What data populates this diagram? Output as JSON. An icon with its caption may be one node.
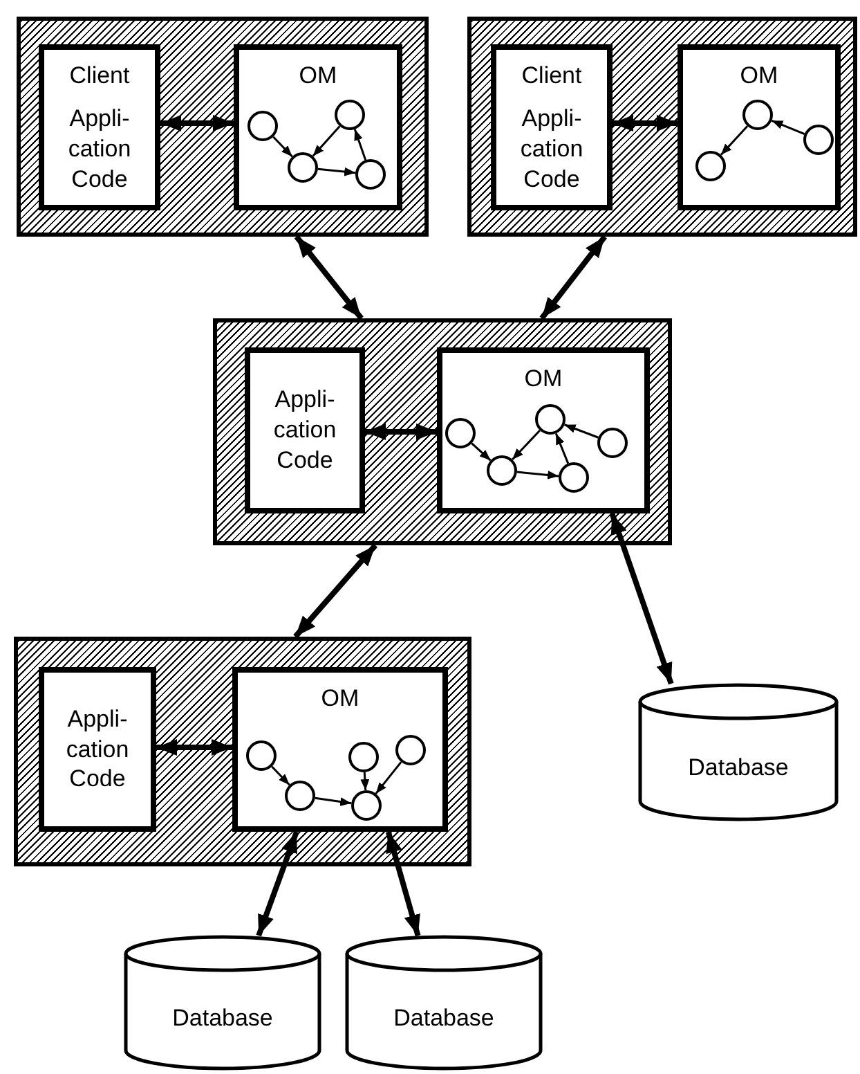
{
  "diagram": {
    "nodes": [
      {
        "text": [],
        "shape": "box"
      },
      {
        "text": [
          "Client",
          "Appli- cation Code"
        ],
        "in": 0
      },
      {
        "text": [
          "OM"
        ],
        "in": 0
      },
      {
        "text": [],
        "shape": "circle",
        "in": 2
      },
      {
        "text": [],
        "shape": "circle",
        "in": 2
      },
      {
        "text": [],
        "shape": "circle",
        "in": 2
      },
      {
        "text": [],
        "shape": "circle",
        "in": 2
      },
      {
        "text": [],
        "shape": "box"
      },
      {
        "text": [
          "Client",
          "Appli- cation Code"
        ],
        "in": 7
      },
      {
        "text": [
          "OM"
        ],
        "in": 7
      },
      {
        "text": [],
        "shape": "circle",
        "in": 9
      },
      {
        "text": [],
        "shape": "circle",
        "in": 9
      },
      {
        "text": [],
        "shape": "circle",
        "in": 9
      },
      {
        "text": [],
        "shape": "box"
      },
      {
        "text": [
          "Appli- cation Code"
        ],
        "in": 13
      },
      {
        "text": [
          "OM"
        ],
        "in": 13
      },
      {
        "text": [],
        "shape": "circle",
        "in": 15
      },
      {
        "text": [],
        "shape": "circle",
        "in": 15
      },
      {
        "text": [],
        "shape": "circle",
        "in": 15
      },
      {
        "text": [],
        "shape": "circle",
        "in": 15
      },
      {
        "text": [],
        "shape": "circle",
        "in": 15
      },
      {
        "text": [],
        "shape": "box"
      },
      {
        "text": [
          "Appli- cation Code"
        ],
        "in": 21
      },
      {
        "text": [
          "OM"
        ],
        "in": 21
      },
      {
        "text": [],
        "shape": "circle",
        "in": 23
      },
      {
        "text": [],
        "shape": "circle",
        "in": 23
      },
      {
        "text": [],
        "shape": "circle",
        "in": 23
      },
      {
        "text": [],
        "shape": "circle",
        "in": 23
      },
      {
        "text": [],
        "shape": "circle",
        "in": 23
      },
      {
        "text": [
          "Database"
        ]
      },
      {
        "text": [
          "Database"
        ]
      },
      {
        "text": [
          "Database"
        ]
      }
    ],
    "edges": [
      {
        "from": 1,
        "to": 2,
        "arrow": "both",
        "style": "thick"
      },
      {
        "from": 3,
        "to": 5,
        "arrow": "to"
      },
      {
        "from": 4,
        "to": 5,
        "arrow": "to"
      },
      {
        "from": 5,
        "to": 6,
        "arrow": "to"
      },
      {
        "from": 6,
        "to": 4,
        "arrow": "to"
      },
      {
        "from": 8,
        "to": 9,
        "arrow": "both",
        "style": "thick"
      },
      {
        "from": 11,
        "to": 10,
        "arrow": "to"
      },
      {
        "from": 10,
        "to": 12,
        "arrow": "to"
      },
      {
        "from": 0,
        "to": 13,
        "arrow": "both",
        "style": "thick"
      },
      {
        "from": 7,
        "to": 13,
        "arrow": "both",
        "style": "thick"
      },
      {
        "from": 14,
        "to": 15,
        "arrow": "both",
        "style": "thick"
      },
      {
        "from": 16,
        "to": 19,
        "arrow": "to"
      },
      {
        "from": 17,
        "to": 19,
        "arrow": "to"
      },
      {
        "from": 19,
        "to": 20,
        "arrow": "to"
      },
      {
        "from": 20,
        "to": 17,
        "arrow": "to"
      },
      {
        "from": 18,
        "to": 17,
        "arrow": "to"
      },
      {
        "from": 15,
        "to": 29,
        "arrow": "both",
        "style": "thick"
      },
      {
        "from": 13,
        "to": 21,
        "arrow": "both",
        "style": "thick"
      },
      {
        "from": 22,
        "to": 23,
        "arrow": "both",
        "style": "thick"
      },
      {
        "from": 24,
        "to": 27,
        "arrow": "to"
      },
      {
        "from": 27,
        "to": 28,
        "arrow": "to"
      },
      {
        "from": 25,
        "to": 28,
        "arrow": "to"
      },
      {
        "from": 26,
        "to": 28,
        "arrow": "to"
      },
      {
        "from": 23,
        "to": 30,
        "arrow": "both",
        "style": "thick"
      },
      {
        "from": 23,
        "to": 31,
        "arrow": "both",
        "style": "thick"
      }
    ]
  }
}
